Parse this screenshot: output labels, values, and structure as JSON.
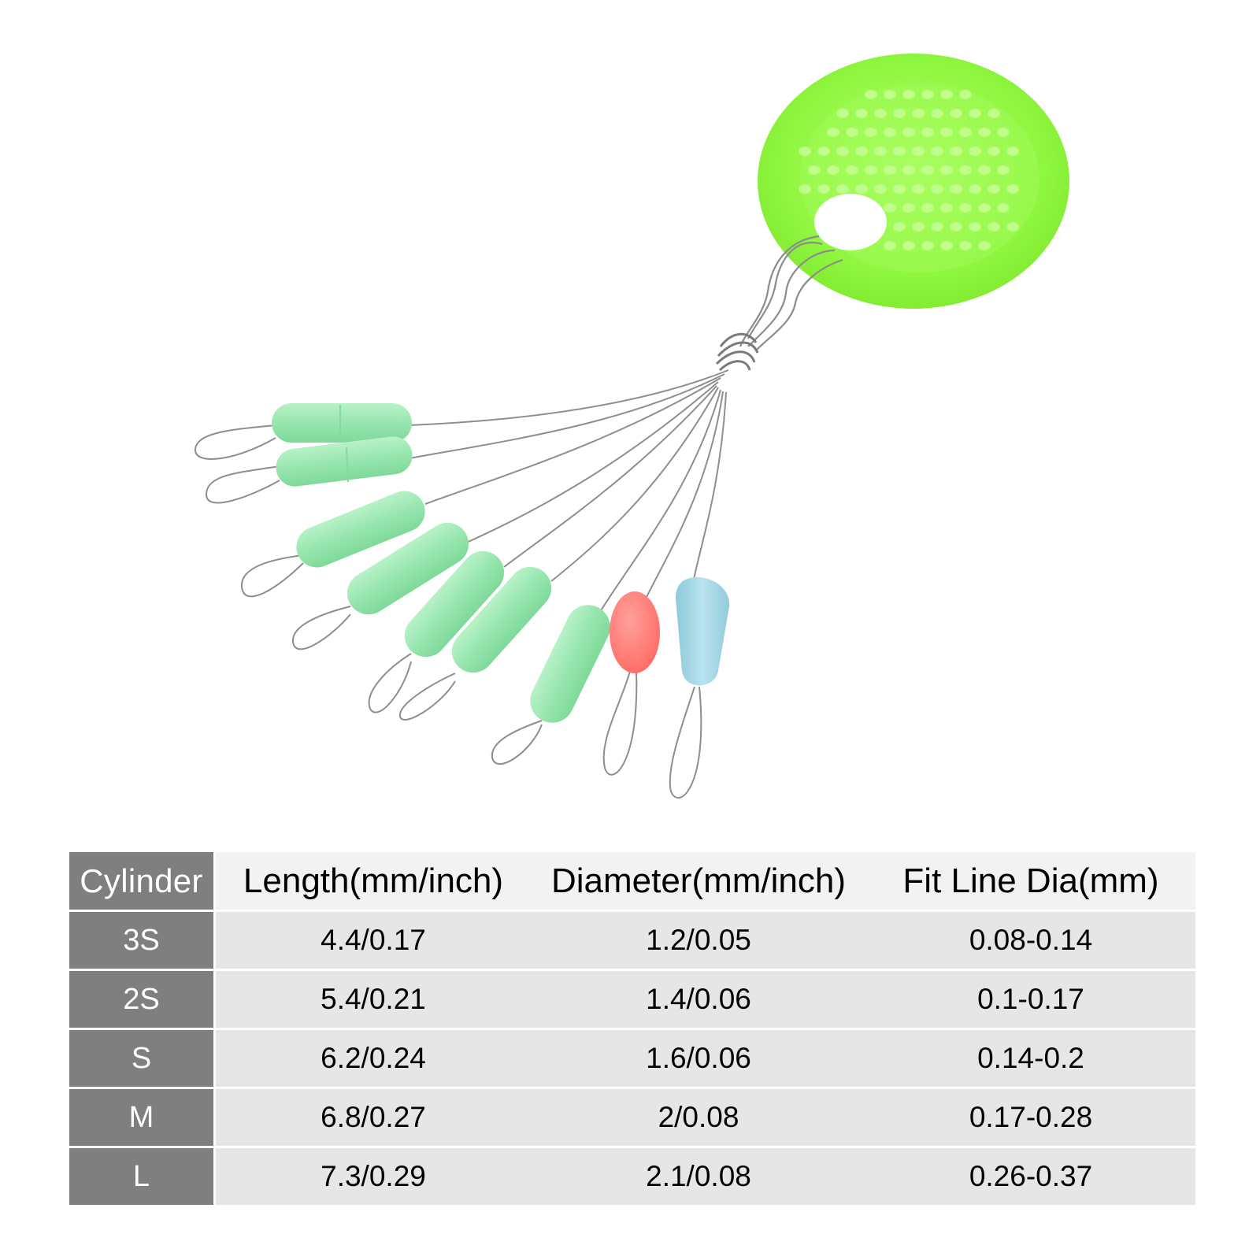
{
  "colors": {
    "header_cell_bg": "#7f7f7f",
    "header_row_bg": "#f2f2f2",
    "body_row_bg": "#e6e6e6",
    "float_disc": "#8dfb3c",
    "cylinder_stopper": "#9ee8b4",
    "oval_stopper": "#ff7a78",
    "drop_stopper": "#a9d8e6",
    "wire": "#8a8a8a"
  },
  "figure": {
    "subject": "fishing line stopper beads on wire loops with a green holder disc"
  },
  "table": {
    "columns": [
      "Cylinder",
      "Length(mm/inch)",
      "Diameter(mm/inch)",
      "Fit Line Dia(mm)"
    ],
    "rows": [
      [
        "3S",
        "4.4/0.17",
        "1.2/0.05",
        "0.08-0.14"
      ],
      [
        "2S",
        "5.4/0.21",
        "1.4/0.06",
        "0.1-0.17"
      ],
      [
        "S",
        "6.2/0.24",
        "1.6/0.06",
        "0.14-0.2"
      ],
      [
        "M",
        "6.8/0.27",
        "2/0.08",
        "0.17-0.28"
      ],
      [
        "L",
        "7.3/0.29",
        "2.1/0.08",
        "0.26-0.37"
      ]
    ]
  }
}
